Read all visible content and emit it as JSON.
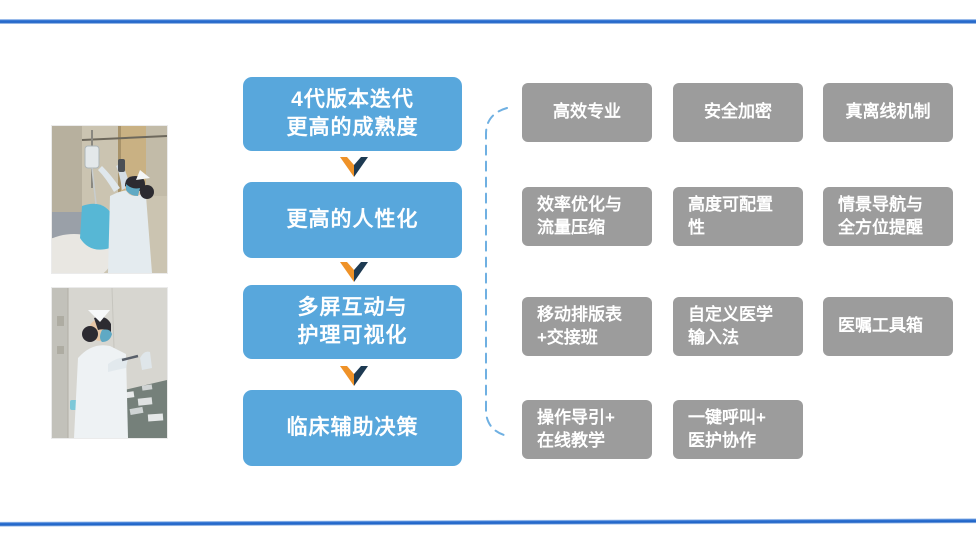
{
  "slide": {
    "type": "presentation-slide",
    "topic": "mobile nursing system capabilities"
  },
  "colors": {
    "flow_box": "#58a7dc",
    "feature_box": "#9c9c9c",
    "chevron_left": "#ef9228",
    "chevron_right": "#1e3a52",
    "brace": "#6fb0e2",
    "divider": "#1f63c6",
    "text": "#ffffff"
  },
  "photos": [
    {
      "name": "nurse-adjusting-iv-photo",
      "description": "nurse adjusting IV drip bag in hospital ward"
    },
    {
      "name": "nurse-preparing-medication-photo",
      "description": "nurse preparing medication at treatment counter"
    }
  ],
  "flow": {
    "steps": [
      {
        "label": "4代版本迭代\n更高的成熟度"
      },
      {
        "label": "更高的人性化"
      },
      {
        "label": "多屏互动与\n护理可视化"
      },
      {
        "label": "临床辅助决策"
      }
    ]
  },
  "features": {
    "items": [
      {
        "label": "高效专业"
      },
      {
        "label": "安全加密"
      },
      {
        "label": "真离线机制"
      },
      {
        "label": "效率优化与\n流量压缩"
      },
      {
        "label": "高度可配置\n性"
      },
      {
        "label": "情景导航与\n全方位提醒"
      },
      {
        "label": "移动排版表\n+交接班"
      },
      {
        "label": "自定义医学\n输入法"
      },
      {
        "label": "医嘱工具箱"
      },
      {
        "label": "操作导引+\n在线教学"
      },
      {
        "label": "一键呼叫+\n医护协作"
      }
    ]
  }
}
